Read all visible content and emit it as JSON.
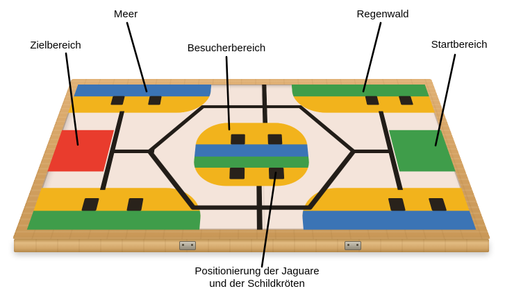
{
  "figure": {
    "labels": {
      "meer": "Meer",
      "zielbereich": "Zielbereich",
      "besucherbereich": "Besucherbereich",
      "regenwald": "Regenwald",
      "startbereich": "Startbereich",
      "positionierung": [
        "Positionierung der Jaguare",
        "und der Schildkröten"
      ]
    },
    "zones": [
      {
        "name": "Meer",
        "position": "top-left",
        "colors": [
          "blue",
          "yellow"
        ]
      },
      {
        "name": "Regenwald",
        "position": "top-right",
        "colors": [
          "green",
          "yellow"
        ]
      },
      {
        "name": "Zielbereich",
        "position": "middle-left",
        "colors": [
          "red"
        ]
      },
      {
        "name": "Startbereich",
        "position": "middle-right",
        "colors": [
          "green"
        ]
      },
      {
        "name": "Besucherbereich",
        "position": "center",
        "colors": [
          "yellow",
          "blue",
          "green"
        ]
      },
      {
        "name": "Positionierung der Jaguare und der Schildkröten",
        "position": "center-markers",
        "colors": [
          "black"
        ]
      }
    ],
    "colors": {
      "sea_blue": "#3b74b5",
      "savanna_yellow": "#f2b31c",
      "forest_green": "#3f9d4a",
      "target_red": "#e93c2d",
      "surface_cream": "#f4e4da",
      "frame_wood": "#d8a766",
      "path_black": "#221d18"
    }
  }
}
